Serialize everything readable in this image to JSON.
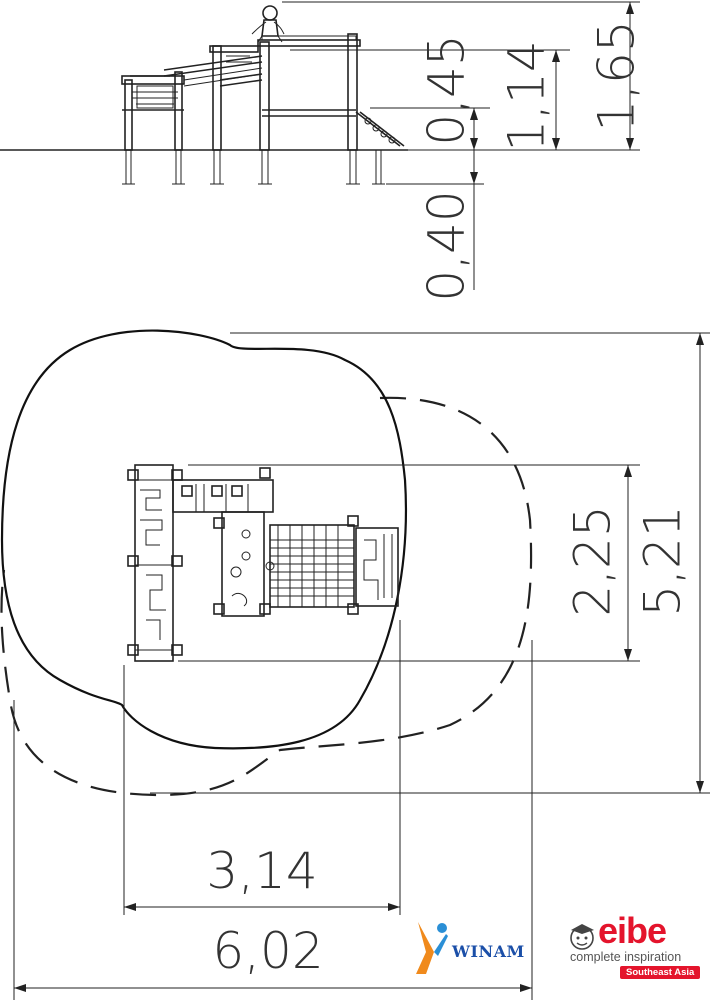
{
  "side_view": {
    "dimensions": {
      "height_total": "1,65",
      "height_platform": "1,14",
      "height_fall": "0,45",
      "depth_foundation": "0,40"
    }
  },
  "plan_view": {
    "dimensions": {
      "width_equipment": "3,14",
      "width_area": "6,02",
      "depth_equipment": "2,25",
      "depth_area": "5,21"
    }
  },
  "brands": {
    "winam_text": "WINAM",
    "eibe_text": "eibe",
    "eibe_tagline": "complete inspiration",
    "eibe_region": "Southeast Asia",
    "accent_color": "#e4142c",
    "winam_color": "#1b4fa8"
  }
}
